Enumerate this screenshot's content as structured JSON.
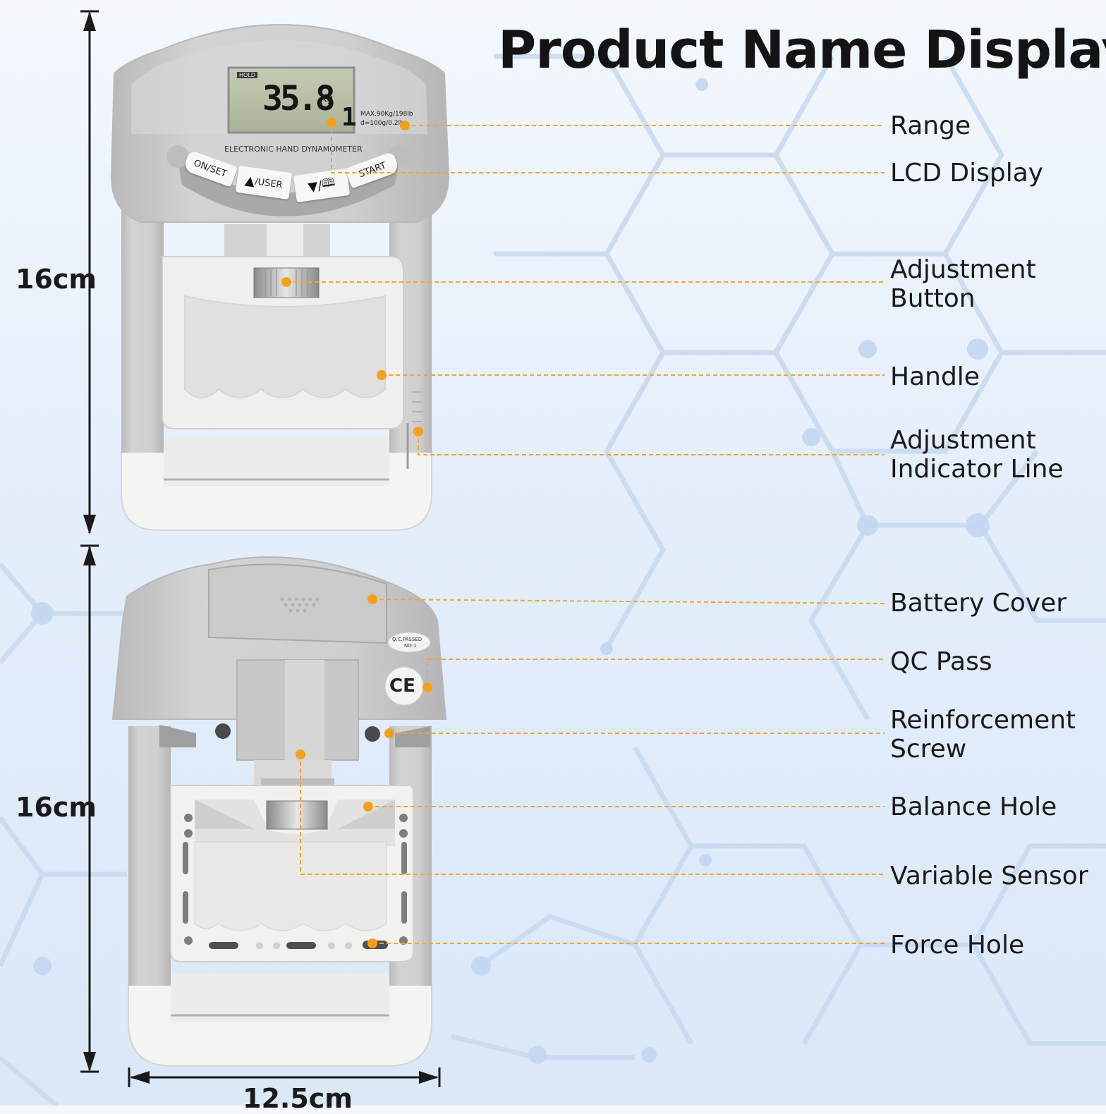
{
  "title": "Product Name Display",
  "dimensions": {
    "front_height": "16cm",
    "back_height": "16cm",
    "width": "12.5cm"
  },
  "device_front": {
    "lcd_hold": "HOLD",
    "lcd_value": "35.8",
    "lcd_unit": "Kg",
    "lcd_user": "1",
    "range_line1": "MAX.90Kg/198lb",
    "range_line2": "d=100g/0.2lb",
    "model_text": "ELECTRONIC HAND DYNAMOMETER",
    "buttons": {
      "on_set": "ON/SET",
      "user": "/USER",
      "down": "/",
      "start": "START"
    }
  },
  "device_back": {
    "qc_line1": "Q.C.PASSED",
    "qc_line2": "NO:1",
    "ce_mark": "CE"
  },
  "callouts": {
    "range": "Range",
    "lcd_display": "LCD Display",
    "adjustment_button_1": "Adjustment",
    "adjustment_button_2": "Button",
    "handle": "Handle",
    "indicator_line_1": "Adjustment",
    "indicator_line_2": "Indicator Line",
    "battery_cover": "Battery Cover",
    "qc_pass": "QC Pass",
    "reinforcement_1": "Reinforcement",
    "reinforcement_2": "Screw",
    "balance_hole": "Balance Hole",
    "variable_sensor": "Variable Sensor",
    "force_hole": "Force Hole"
  },
  "colors": {
    "accent_orange": "#f5a01a",
    "device_gray": "#c9c9c9",
    "device_white": "#f5f5f3",
    "lcd_green": "#b9c1a9",
    "hex_pattern": "#c9d9ef"
  }
}
